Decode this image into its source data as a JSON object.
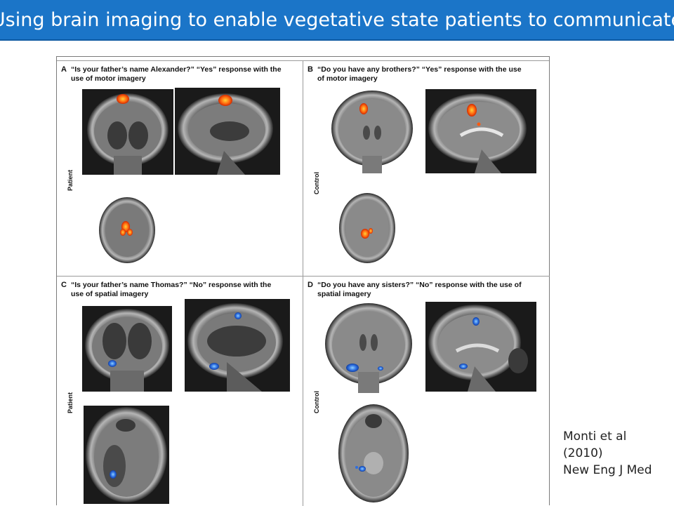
{
  "slide": {
    "title": "Using brain imaging to enable vegetative state patients to communicate"
  },
  "figure": {
    "panels": [
      {
        "letter": "A",
        "caption": "“Is your father’s name Alexander?”  “Yes” response with the use of motor imagery",
        "subject": "Patient",
        "activation_color": "#ff6a10"
      },
      {
        "letter": "B",
        "caption": "“Do you have any brothers?”  “Yes” response with the use of motor imagery",
        "subject": "Control",
        "activation_color": "#ff6a10"
      },
      {
        "letter": "C",
        "caption": "“Is your father’s name Thomas?”  “No” response with the use of spatial imagery",
        "subject": "Patient",
        "activation_color": "#2e6fe0"
      },
      {
        "letter": "D",
        "caption": "“Do you have any sisters?”  “No” response with the use of spatial imagery",
        "subject": "Control",
        "activation_color": "#2e6fe0"
      }
    ]
  },
  "citation": {
    "line1": "Monti et al",
    "line2": "(2010)",
    "line3": "New Eng J Med"
  },
  "colors": {
    "title_bar": "#1b75c8",
    "title_text": "#ffffff"
  }
}
